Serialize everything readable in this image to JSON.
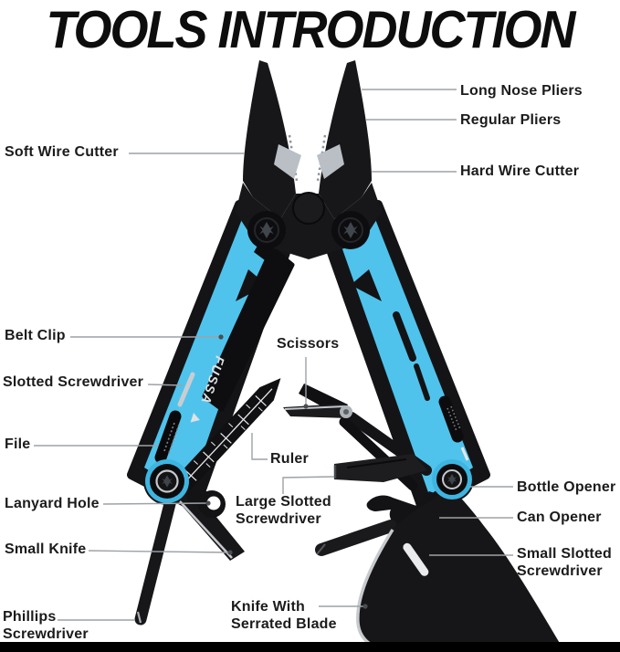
{
  "title": "TOOLS INTRODUCTION",
  "brand": "FUSSA",
  "labels": {
    "long_nose_pliers": "Long Nose Pliers",
    "regular_pliers": "Regular Pliers",
    "soft_wire_cutter": "Soft Wire Cutter",
    "hard_wire_cutter": "Hard Wire Cutter",
    "belt_clip": "Belt Clip",
    "scissors": "Scissors",
    "slotted_screwdriver": "Slotted Screwdriver",
    "file": "File",
    "ruler": "Ruler",
    "lanyard_hole": "Lanyard Hole",
    "large_slotted_screwdriver": "Large Slotted Screwdriver",
    "bottle_opener": "Bottle Opener",
    "can_opener": "Can Opener",
    "small_knife": "Small Knife",
    "small_slotted_screwdriver": "Small Slotted Screwdriver",
    "phillips_screwdriver": "Phillips Screwdriver",
    "knife_with_serrated_blade": "Knife With Serrated Blade"
  },
  "colors": {
    "handle_blue": "#4fc3ec",
    "tool_black": "#17171a",
    "leader_line": "#9ea2a6",
    "label_text": "#1b1b1b",
    "silver": "#c6cacd"
  }
}
